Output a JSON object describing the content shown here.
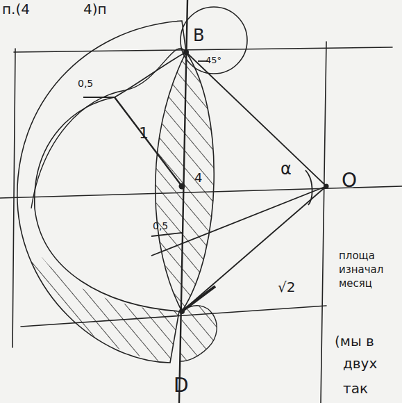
{
  "diagram": {
    "labels": [
      "п.(4",
      "4)п",
      "B",
      "45°",
      "0,5",
      "1",
      "4",
      "α",
      "O",
      "0,5",
      "√2",
      "D",
      "площа",
      "изначал",
      "месяц",
      "(мы в",
      "двух",
      "так"
    ]
  }
}
